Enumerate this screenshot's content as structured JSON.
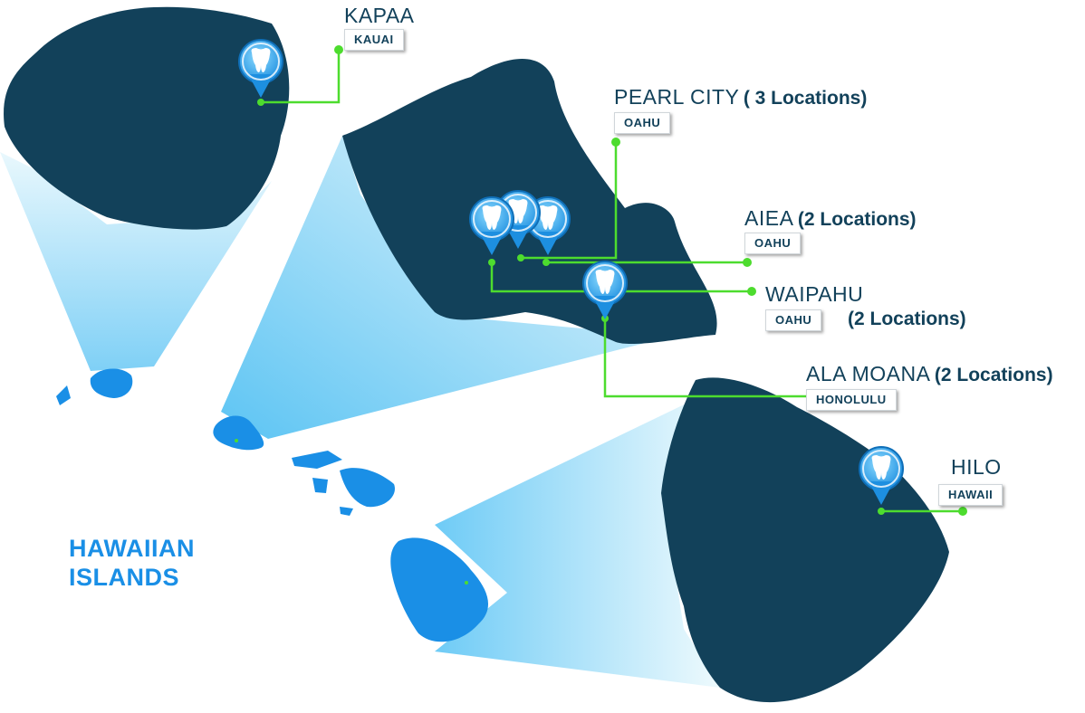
{
  "title": {
    "line1": "HAWAIIAN",
    "line2": "ISLANDS"
  },
  "locations": [
    {
      "city": "KAPAA",
      "island": "KAUAI",
      "count_text": ""
    },
    {
      "city": "PEARL CITY",
      "island": "OAHU",
      "count_text": "( 3 Locations)"
    },
    {
      "city": "AIEA",
      "island": "OAHU",
      "count_text": "(2 Locations)"
    },
    {
      "city": "WAIPAHU",
      "island": "OAHU",
      "count_text": "(2 Locations)"
    },
    {
      "city": "ALA MOANA",
      "island": "HONOLULU",
      "count_text": "(2 Locations)"
    },
    {
      "city": "HILO",
      "island": "HAWAII",
      "count_text": ""
    }
  ],
  "icons": {
    "marker": "tooth-location-pin-icon"
  },
  "colors": {
    "island": "#12415a",
    "small_island": "#1a8fe6",
    "connector": "#4ddc2e",
    "beam": "#a8e4f8",
    "title": "#1a8fe6"
  }
}
